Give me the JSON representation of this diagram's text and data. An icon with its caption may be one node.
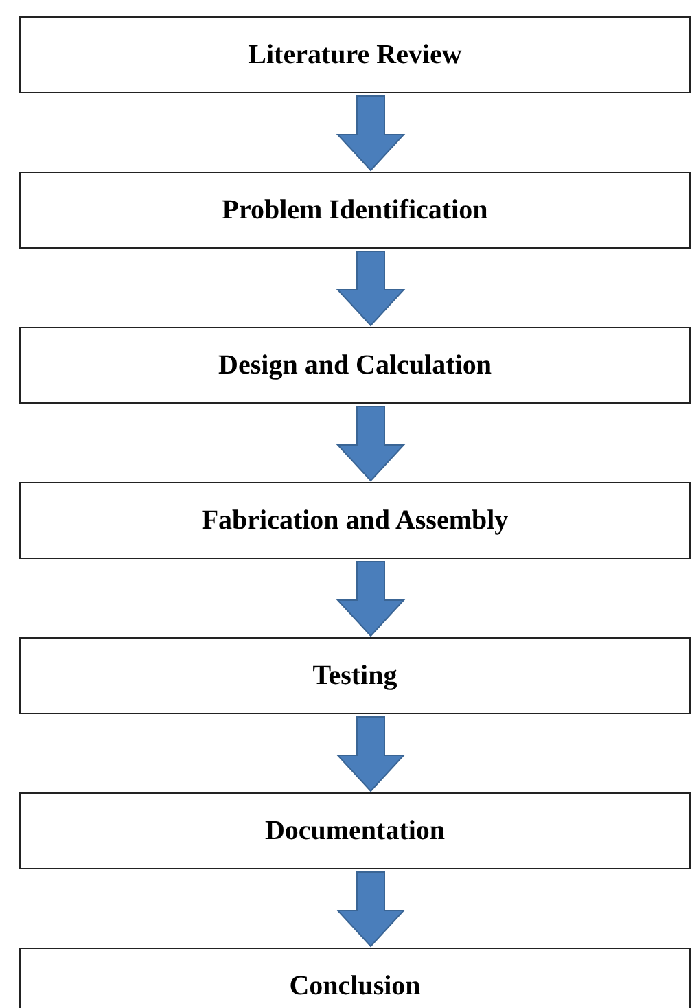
{
  "diagram": {
    "nodes": [
      {
        "text": [
          "Literature Review"
        ]
      },
      {
        "text": [
          "Problem Identification"
        ]
      },
      {
        "text": [
          "Design and Calculation"
        ]
      },
      {
        "text": [
          "Fabrication and Assembly"
        ]
      },
      {
        "text": [
          "Testing"
        ]
      },
      {
        "text": [
          "Documentation"
        ]
      },
      {
        "text": [
          "Conclusion"
        ]
      }
    ],
    "edges": [
      {
        "from": 0,
        "to": 1,
        "arrow": "to"
      },
      {
        "from": 1,
        "to": 2,
        "arrow": "to"
      },
      {
        "from": 2,
        "to": 3,
        "arrow": "to"
      },
      {
        "from": 3,
        "to": 4,
        "arrow": "to"
      },
      {
        "from": 4,
        "to": 5,
        "arrow": "to"
      },
      {
        "from": 5,
        "to": 6,
        "arrow": "to"
      }
    ]
  }
}
